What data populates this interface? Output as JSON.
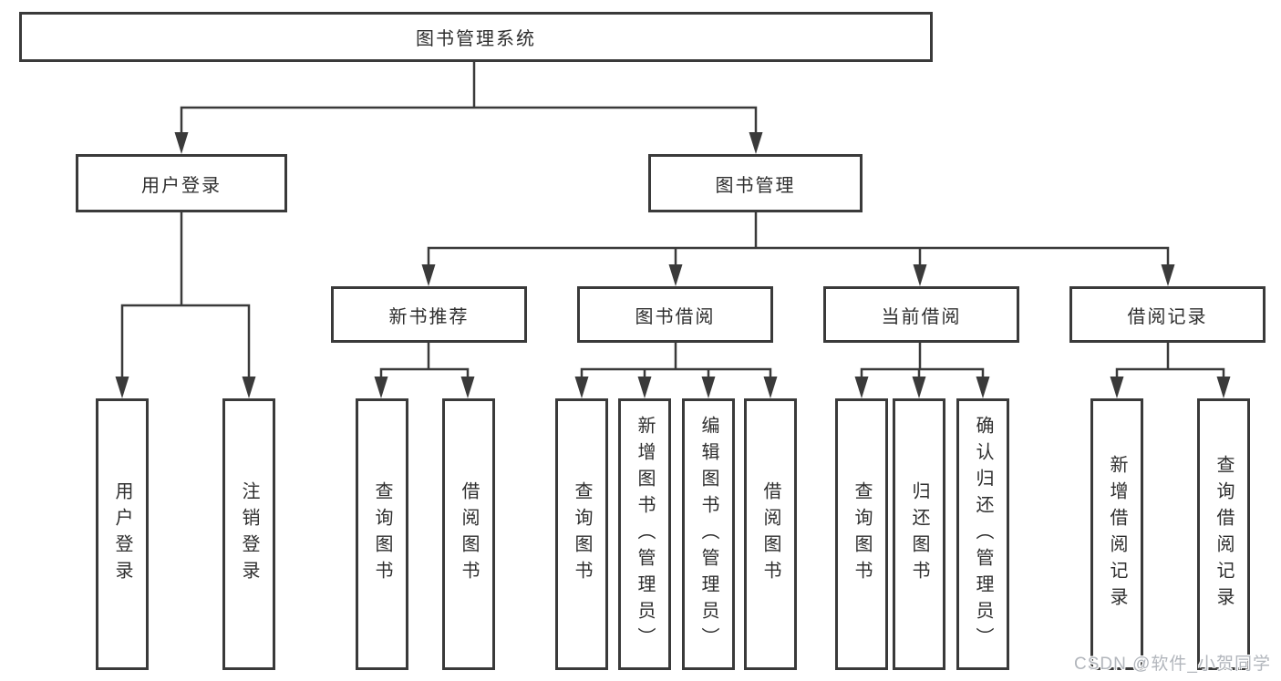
{
  "diagram_title": "图书管理系统",
  "watermark": "CSDN @软件_小贺同学",
  "colors": {
    "line": "#3a3a3a",
    "box_bg": "#ffffff",
    "text": "#2e2e2e",
    "watermark": "#b2b6bc"
  },
  "tree": {
    "root": {
      "label": "图书管理系统"
    },
    "branches": [
      {
        "label": "用户登录",
        "children": [
          {
            "label": "用户登录"
          },
          {
            "label": "注销登录"
          }
        ]
      },
      {
        "label": "图书管理",
        "children": [
          {
            "label": "新书推荐",
            "children": [
              {
                "label": "查询图书"
              },
              {
                "label": "借阅图书"
              }
            ]
          },
          {
            "label": "图书借阅",
            "children": [
              {
                "label": "查询图书"
              },
              {
                "label": "新增图书（管理员）"
              },
              {
                "label": "编辑图书（管理员）"
              },
              {
                "label": "借阅图书"
              }
            ]
          },
          {
            "label": "当前借阅",
            "children": [
              {
                "label": "查询图书"
              },
              {
                "label": "归还图书"
              },
              {
                "label": "确认归还（管理员）"
              }
            ]
          },
          {
            "label": "借阅记录",
            "children": [
              {
                "label": "新增借阅记录"
              },
              {
                "label": "查询借阅记录"
              }
            ]
          }
        ]
      }
    ]
  }
}
